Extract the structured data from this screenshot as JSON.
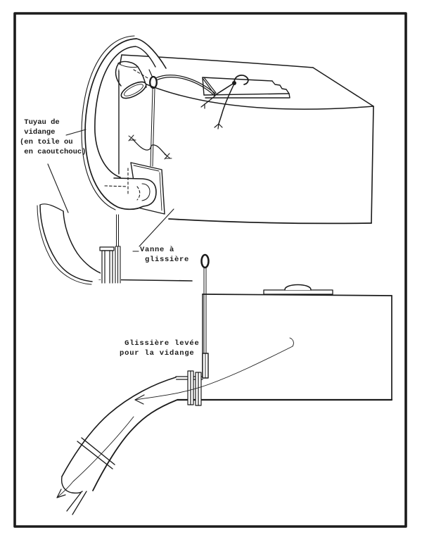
{
  "colors": {
    "paper": "#ffffff",
    "ink": "#1b1b1b"
  },
  "labels": {
    "drain_hose": " Tuyau de\n vidange\n(en toile ou\n en caoutchouc)",
    "slide_valve": "Vanne à\n glissière",
    "slide_raised": " Glissière levée\npour la vidange"
  }
}
